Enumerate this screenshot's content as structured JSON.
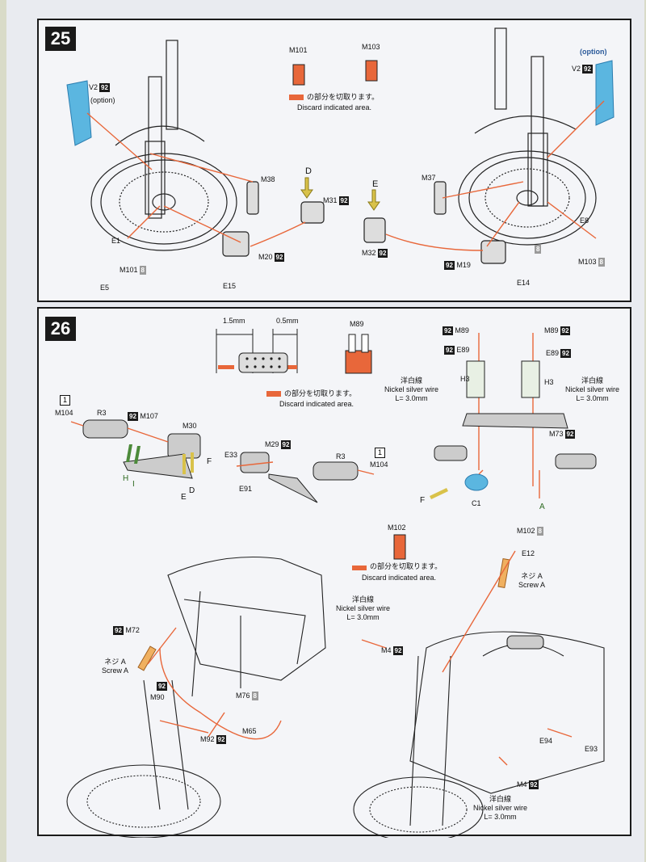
{
  "step25": {
    "number": "25",
    "labels": {
      "m101": "M101",
      "m103": "M103",
      "discard_jp": "の部分を切取ります。",
      "discard_en": "Discard indicated area.",
      "v2_left": "V2",
      "v2_left_badge": "92",
      "option_left": "(option)",
      "option_right": "(option)",
      "v2_right": "V2",
      "v2_right_badge": "92",
      "m38": "M38",
      "m37": "M37",
      "d": "D",
      "m31": "M31",
      "m31_badge": "92",
      "e": "E",
      "e1": "E1",
      "m101_b": "M101",
      "m101_b_badge": "8",
      "e5": "E5",
      "m20": "M20",
      "m20_badge": "92",
      "e15": "E15",
      "m32": "M32",
      "m32_badge": "92",
      "m19_badge": "92",
      "m19": "M19",
      "e14": "E14",
      "e8": "E8",
      "m103_b": "M103",
      "m103_b_badge": "8",
      "badge_8": "8"
    }
  },
  "step26": {
    "number": "26",
    "labels": {
      "dim1": "1.5mm",
      "dim2": "0.5mm",
      "m89_top": "M89",
      "discard_jp": "の部分を切取ります。",
      "discard_en": "Discard indicated area.",
      "box1_a": "1",
      "m104_a": "M104",
      "r3_a": "R3",
      "m107_badge": "92",
      "m107": "M107",
      "m30": "M30",
      "h": "H",
      "i": "I",
      "f_a": "F",
      "e_a": "E",
      "d_a": "D",
      "e33": "E33",
      "m29": "M29",
      "m29_badge": "92",
      "r3_b": "R3",
      "box1_b": "1",
      "m104_b": "M104",
      "e91": "E91",
      "m89_l_badge": "92",
      "m89_l": "M89",
      "e89_l_badge": "92",
      "e89_l": "E89",
      "m89_r": "M89",
      "m89_r_badge": "92",
      "e89_r": "E89",
      "e89_r_badge": "92",
      "h3_l": "H3",
      "h3_r": "H3",
      "wire_jp_l": "洋白線",
      "wire_en_l": "Nickel silver wire",
      "wire_len_l": "L= 3.0mm",
      "wire_jp_r": "洋白線",
      "wire_en_r": "Nickel silver wire",
      "wire_len_r": "L= 3.0mm",
      "m73": "M73",
      "m73_badge": "92",
      "f_b": "F",
      "c1": "C1",
      "a_b": "A",
      "m102": "M102",
      "discard_jp_b": "の部分を切取ります。",
      "discard_en_b": "Discard indicated area.",
      "m102_b": "M102",
      "m102_b_badge": "8",
      "e12": "E12",
      "screw_jp_r": "ネジ A",
      "screw_en_r": "Screw A",
      "m72_badge": "92",
      "m72": "M72",
      "screw_jp_l": "ネジ A",
      "screw_en_l": "Screw A",
      "wire_jp_m": "洋白線",
      "wire_en_m": "Nickel silver wire",
      "wire_len_m": "L= 3.0mm",
      "m4_a": "M4",
      "m4_a_badge": "92",
      "b92": "92",
      "m90": "M90",
      "m76": "M76",
      "m76_badge": "8",
      "m92": "M92",
      "m92_badge": "92",
      "m65": "M65",
      "e94": "E94",
      "e93": "E93",
      "m4_b": "M4",
      "m4_b_badge": "92",
      "wire_jp_b": "洋白線",
      "wire_en_b": "Nickel silver wire",
      "wire_len_b": "L= 3.0mm"
    }
  },
  "colors": {
    "accent_orange": "#e8673a",
    "accent_blue": "#5bb6e0",
    "paper": "#f4f5f8",
    "ink": "#1a1a1a"
  }
}
